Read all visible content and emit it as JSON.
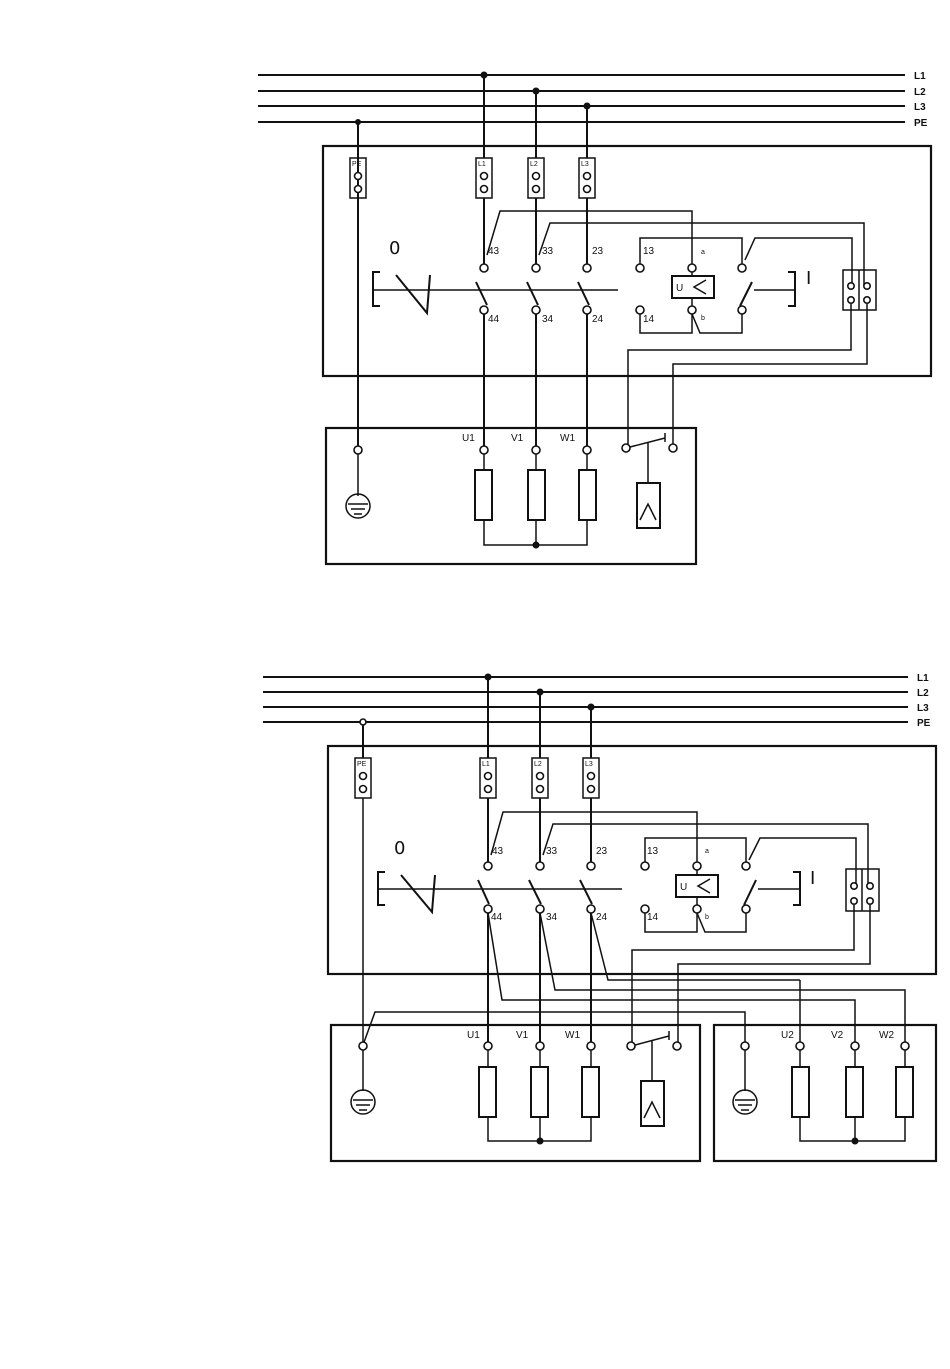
{
  "bus_labels": [
    "L1",
    "L2",
    "L3",
    "PE"
  ],
  "state_labels": {
    "off": "0",
    "on": "I"
  },
  "fuse_block_labels": [
    "PE",
    "L1",
    "L2",
    "L3"
  ],
  "coil_labels": {
    "coil": "U",
    "a": "a",
    "b": "b"
  },
  "diagram1": {
    "upper_contacts": [
      "43",
      "33",
      "23",
      "13"
    ],
    "lower_contacts": [
      "44",
      "34",
      "24",
      "14"
    ],
    "motor_terminals": [
      "U1",
      "V1",
      "W1"
    ]
  },
  "diagram2": {
    "upper_contacts": [
      "43",
      "33",
      "23",
      "13"
    ],
    "lower_contacts": [
      "44",
      "34",
      "24",
      "14"
    ],
    "motor1_terminals": [
      "U1",
      "V1",
      "W1"
    ],
    "motor2_terminals": [
      "U2",
      "V2",
      "W2"
    ]
  }
}
